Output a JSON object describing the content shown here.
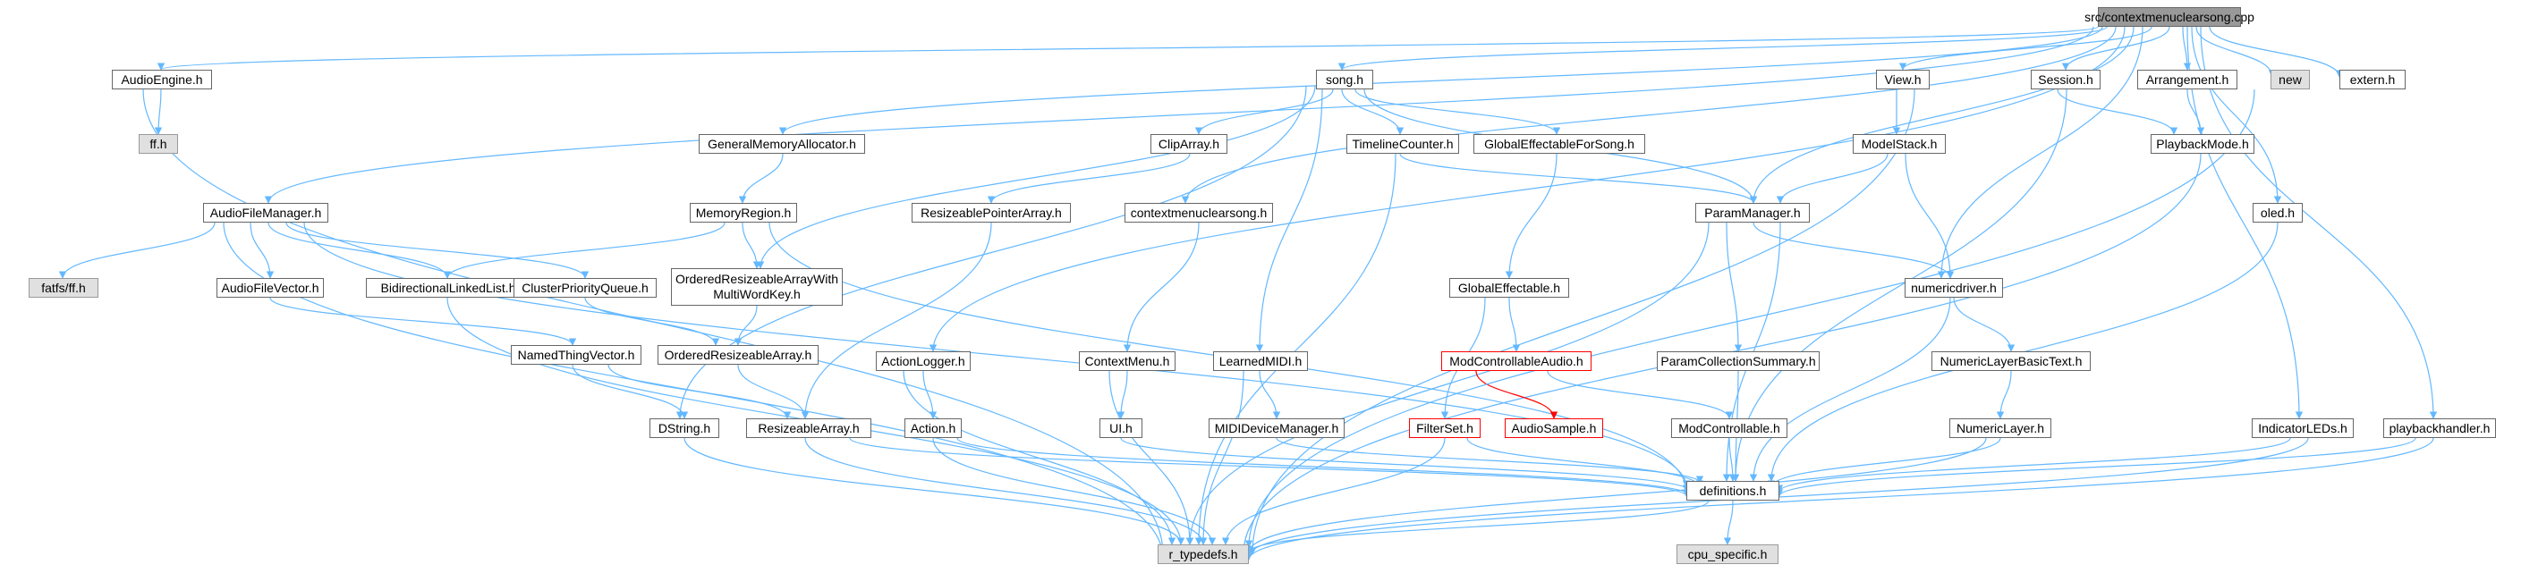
{
  "colors": {
    "edge": "#63b8ff",
    "edge_red": "#ff0000",
    "node_border": "#666666",
    "root_fill": "#999999",
    "external_fill": "#e0e0e0"
  },
  "nodes": {
    "root": "src/contextmenuclearsong.cpp",
    "audioengine": "AudioEngine.h",
    "ff": "ff.h",
    "song": "song.h",
    "view": "View.h",
    "session": "Session.h",
    "arrangement": "Arrangement.h",
    "new": "new",
    "extern": "extern.h",
    "generalmem": "GeneralMemoryAllocator.h",
    "cliparray": "ClipArray.h",
    "timelinecounter": "TimelineCounter.h",
    "globaleffsong": "GlobalEffectableForSong.h",
    "modelstack": "ModelStack.h",
    "playbackmode": "PlaybackMode.h",
    "audiofilemanager": "AudioFileManager.h",
    "memoryregion": "MemoryRegion.h",
    "resizeptrarray": "ResizeablePointerArray.h",
    "ctxclearsong": "contextmenuclearsong.h",
    "parammanager": "ParamManager.h",
    "oled": "oled.h",
    "fatfs": "fatfs/ff.h",
    "audiofilevector": "AudioFileVector.h",
    "bidilinked": "BidirectionalLinkedList.h",
    "clusterpq": "ClusterPriorityQueue.h",
    "orderedmulti": "OrderedResizeableArrayWith\nMultiWordKey.h",
    "globaleffectable": "GlobalEffectable.h",
    "numericdriver": "numericdriver.h",
    "namedthing": "NamedThingVector.h",
    "orderedresize": "OrderedResizeableArray.h",
    "contextmenu": "ContextMenu.h",
    "actionlogger": "ActionLogger.h",
    "learnedmidi": "LearnedMIDI.h",
    "modctrlaudio": "ModControllableAudio.h",
    "paramcollsummary": "ParamCollectionSummary.h",
    "numericlayerbasic": "NumericLayerBasicText.h",
    "dstring": "DString.h",
    "resizeablearray": "ResizeableArray.h",
    "action": "Action.h",
    "ui": "UI.h",
    "mididevicemanager": "MIDIDeviceManager.h",
    "filterset": "FilterSet.h",
    "audiosample": "AudioSample.h",
    "modcontrollable": "ModControllable.h",
    "numericlayer": "NumericLayer.h",
    "indicatorleds": "IndicatorLEDs.h",
    "playbackhandler": "playbackhandler.h",
    "definitions": "definitions.h",
    "rtypedefs": "r_typedefs.h",
    "cpuspecific": "cpu_specific.h"
  }
}
